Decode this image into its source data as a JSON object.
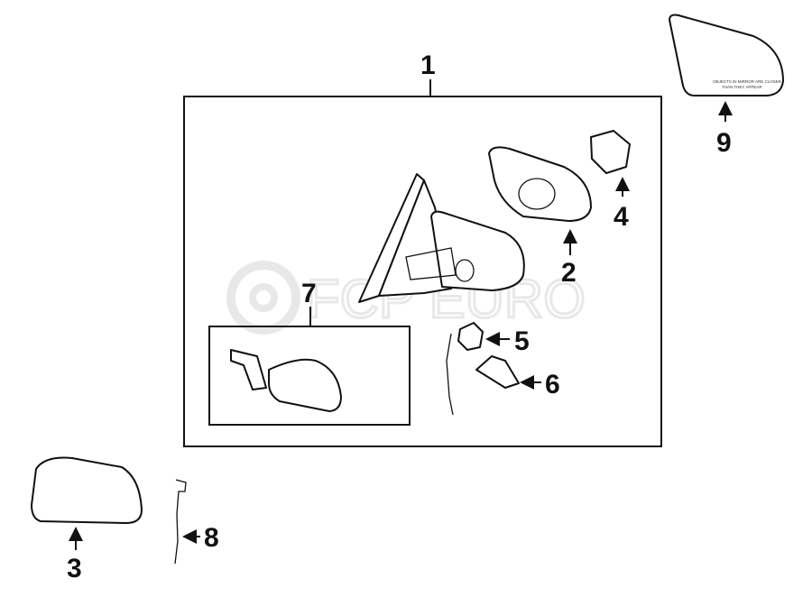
{
  "diagram": {
    "callouts": [
      "1",
      "2",
      "3",
      "4",
      "5",
      "6",
      "7",
      "8",
      "9"
    ],
    "mirror_glass_text": [
      "OBJECTS IN MIRROR ARE CLOSER",
      "THAN THEY APPEAR"
    ],
    "watermark": "FCP EURO"
  }
}
